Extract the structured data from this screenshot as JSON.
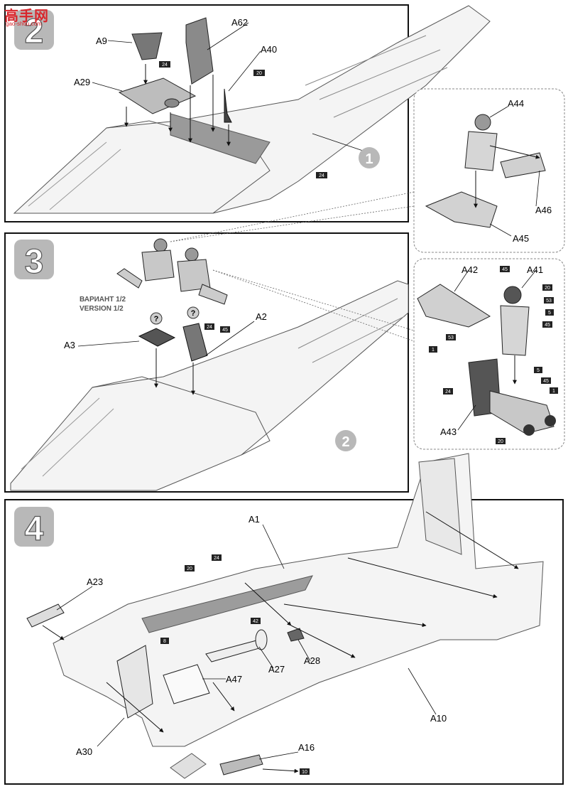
{
  "watermark": {
    "main": "高手网",
    "sub": "gao-shou.com"
  },
  "steps": {
    "step2": {
      "number": "2"
    },
    "step3": {
      "number": "3"
    },
    "step4": {
      "number": "4"
    }
  },
  "variant_note": {
    "line1": "ВАРИАНТ 1/2",
    "line2": "VERSION 1/2"
  },
  "question_mark": "?",
  "assembly_refs": {
    "ref_step2": "1",
    "ref_step3": "2"
  },
  "labels": {
    "A9": "A9",
    "A62": "A62",
    "A40": "A40",
    "A29": "A29",
    "A44": "A44",
    "A46": "A46",
    "A45": "A45",
    "A42": "A42",
    "A41": "A41",
    "A3": "A3",
    "A2": "A2",
    "A43": "A43",
    "A1": "A1",
    "A23": "A23",
    "A28": "A28",
    "A27": "A27",
    "A47": "A47",
    "A10": "A10",
    "A30": "A30",
    "A16": "A16"
  },
  "paint_codes": {
    "s2_24a": "24",
    "s2_20": "20",
    "s2_24b": "24",
    "s3_24": "24",
    "s3_45": "45",
    "fig_45": "45",
    "fig_20": "20",
    "fig_53a": "53",
    "fig_5a": "5",
    "fig_45b": "45",
    "fig_53b": "53",
    "fig_1a": "1",
    "fig_5b": "5",
    "fig_45c": "45",
    "fig_1b": "1",
    "fig_24": "24",
    "fig_20b": "20",
    "s4_20": "20",
    "s4_24": "24",
    "s4_8": "8",
    "s4_42": "42",
    "s4_10": "10"
  }
}
